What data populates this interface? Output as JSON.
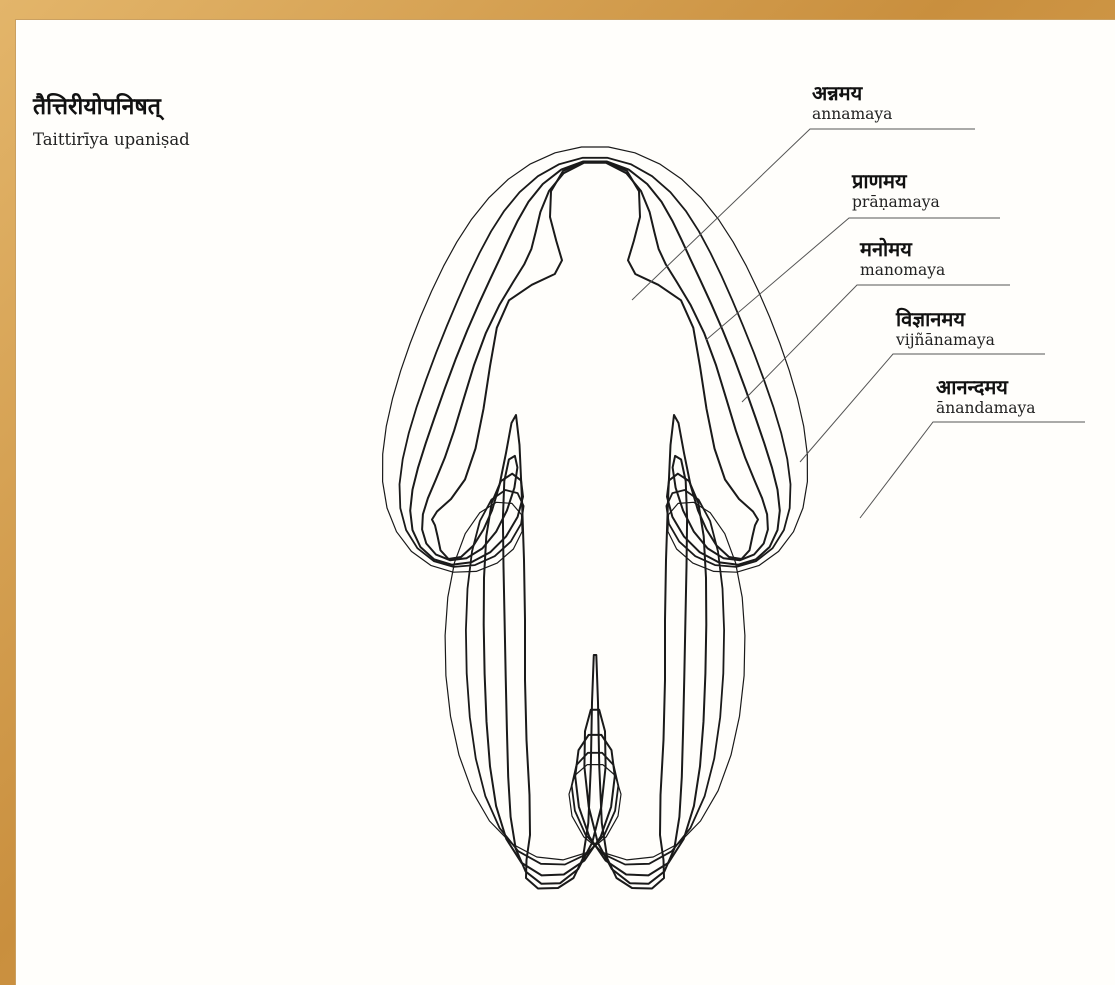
{
  "title": {
    "devanagari": "तैत्तिरीयोपनिषत्",
    "transliteration": "Taittirīya upaniṣad"
  },
  "layers": [
    {
      "devanagari": "अन्नमय",
      "transliteration": "annamaya"
    },
    {
      "devanagari": "प्राणमय",
      "transliteration": "prāṇamaya"
    },
    {
      "devanagari": "मनोमय",
      "transliteration": "manomaya"
    },
    {
      "devanagari": "विज्ञानमय",
      "transliteration": "vijñānamaya"
    },
    {
      "devanagari": "आनन्दमय",
      "transliteration": "ānandamaya"
    }
  ],
  "colors": {
    "frame": "#d9a85a",
    "sheet": "#fffefb",
    "line": "#1a1a1a"
  }
}
